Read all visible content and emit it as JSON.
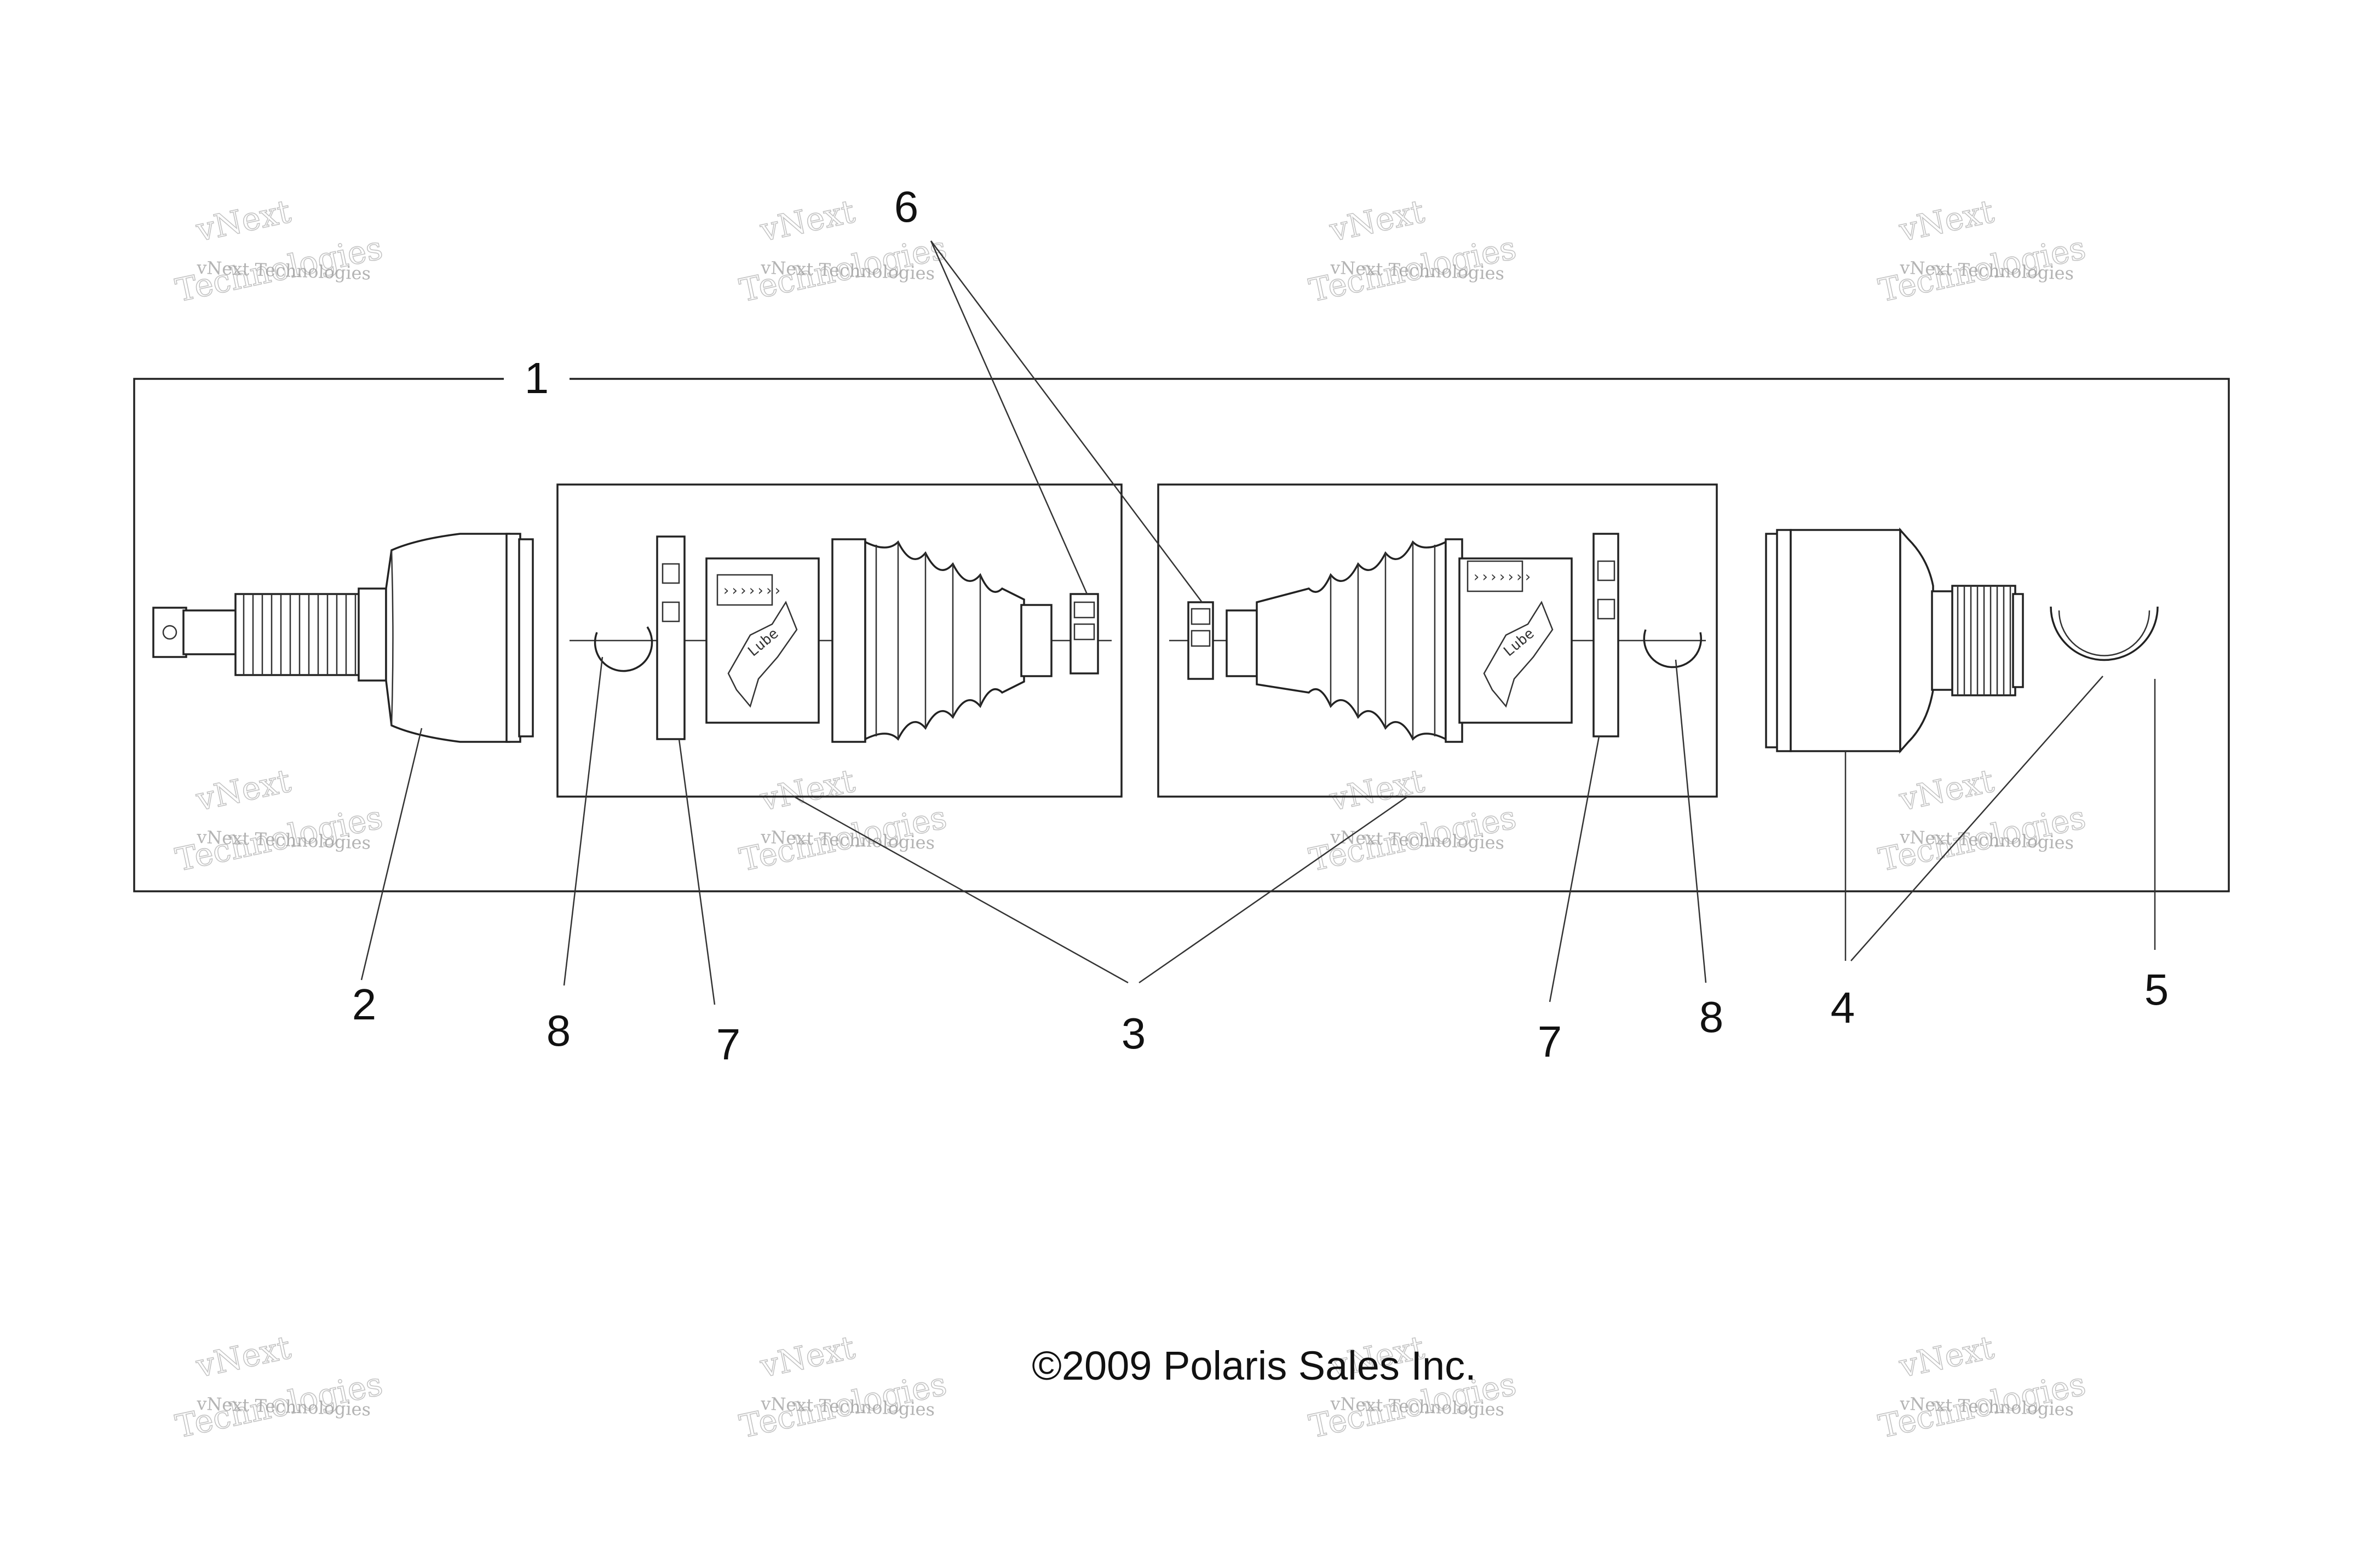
{
  "callouts": {
    "c1": "1",
    "c2": "2",
    "c3": "3",
    "c4": "4",
    "c5": "5",
    "c6": "6",
    "c7a": "7",
    "c7b": "7",
    "c8a": "8",
    "c8b": "8"
  },
  "copyright": "©2009 Polaris Sales Inc.",
  "watermark": {
    "line1": "vNext Technologies",
    "line2": "vNext",
    "line3": "Technologies"
  },
  "kit_label": {
    "arrows": "›››››››",
    "tag_text": "Lube"
  }
}
